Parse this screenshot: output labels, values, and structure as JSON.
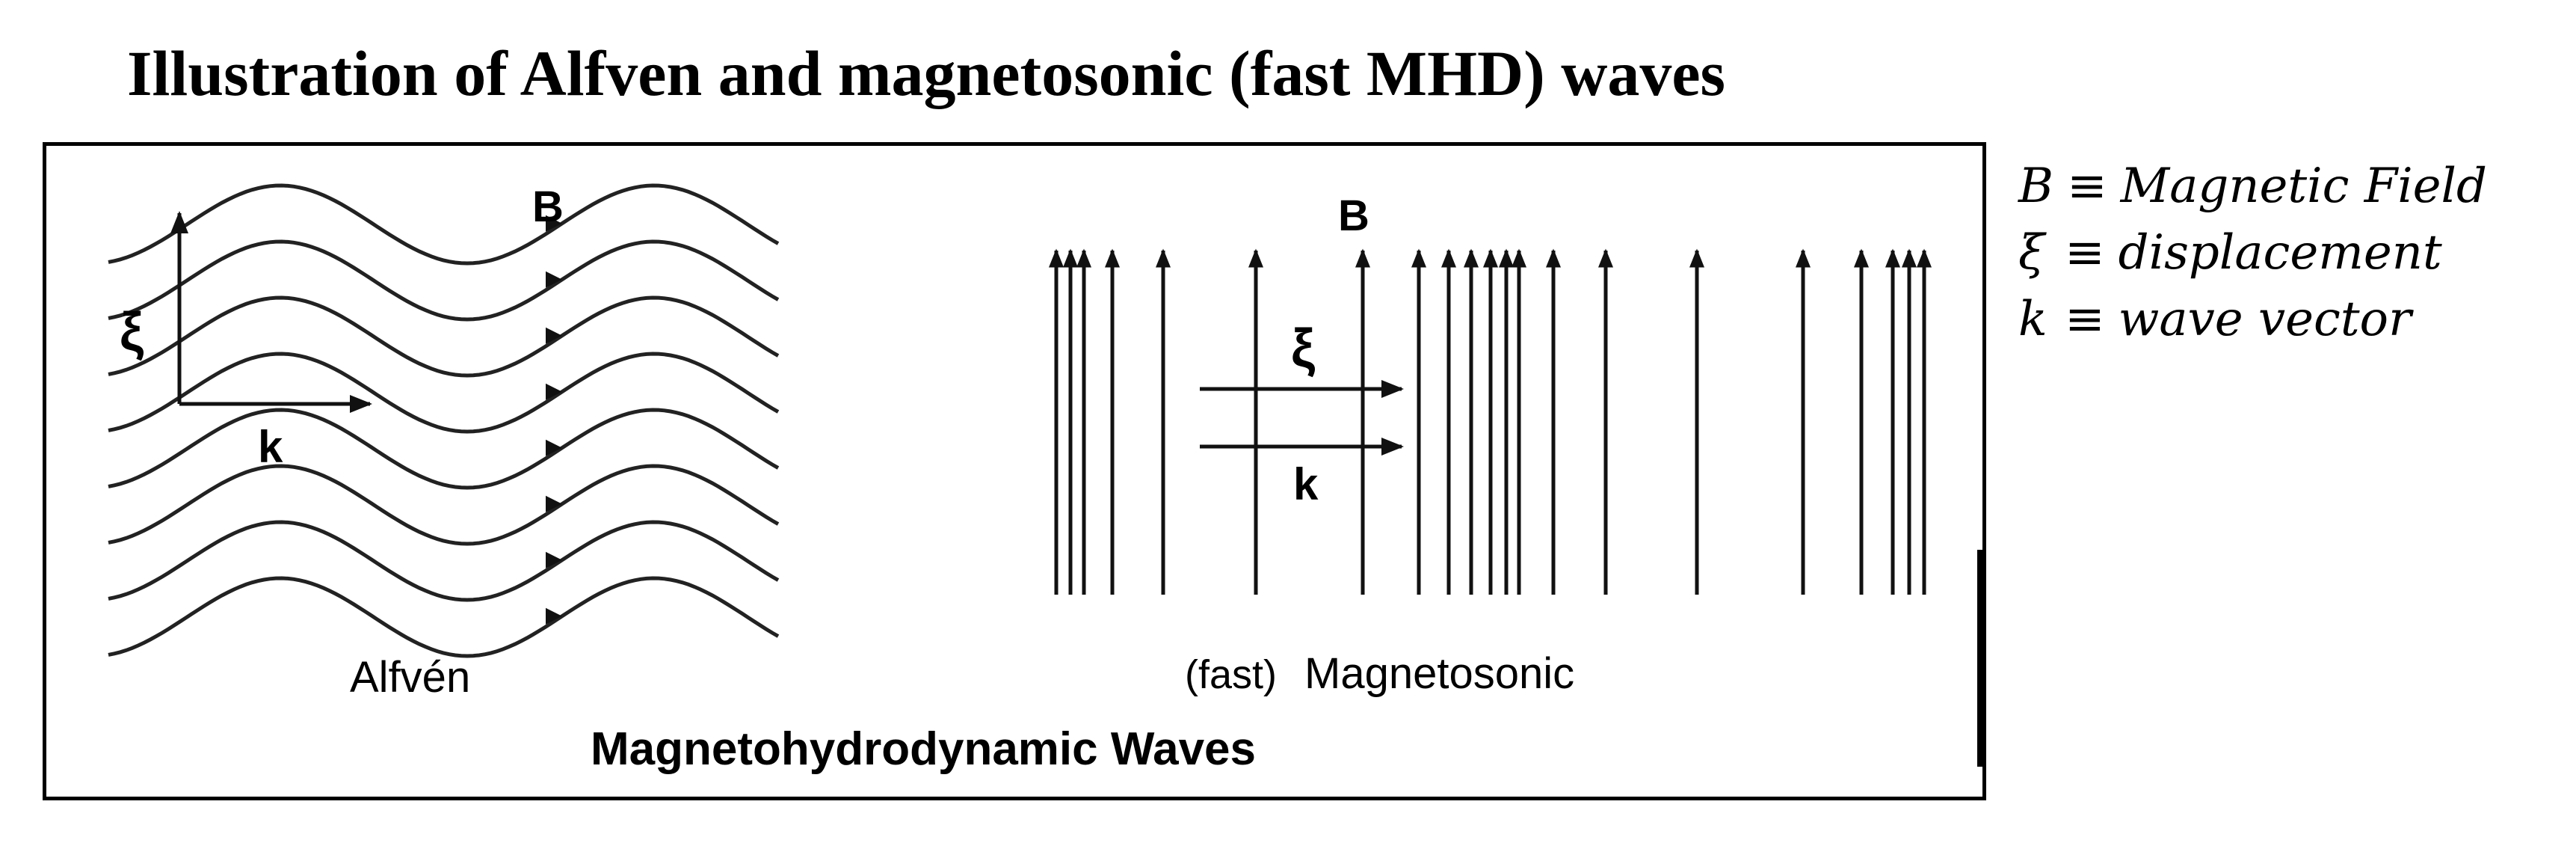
{
  "title": "Illustration of Alfven and magnetosonic (fast MHD) waves",
  "diagram": {
    "caption": "Magnetohydrodynamic Waves",
    "alfven": {
      "label": "Alfvén",
      "field_label": "B",
      "displacement_label": "ξ",
      "wave_vector_label": "k"
    },
    "magnetosonic": {
      "label_prefix": "(fast)",
      "label": "Magnetosonic",
      "field_label": "B",
      "displacement_label": "ξ",
      "wave_vector_label": "k"
    }
  },
  "legend": [
    {
      "symbol": "B",
      "relation": "≡",
      "meaning": "Magnetic Field"
    },
    {
      "symbol": "ξ",
      "relation": "≡",
      "meaning": "displacement"
    },
    {
      "symbol": "k",
      "relation": "≡",
      "meaning": "wave vector"
    }
  ],
  "colors": {
    "ink": "#000000",
    "line": "#222222",
    "background": "#ffffff"
  }
}
